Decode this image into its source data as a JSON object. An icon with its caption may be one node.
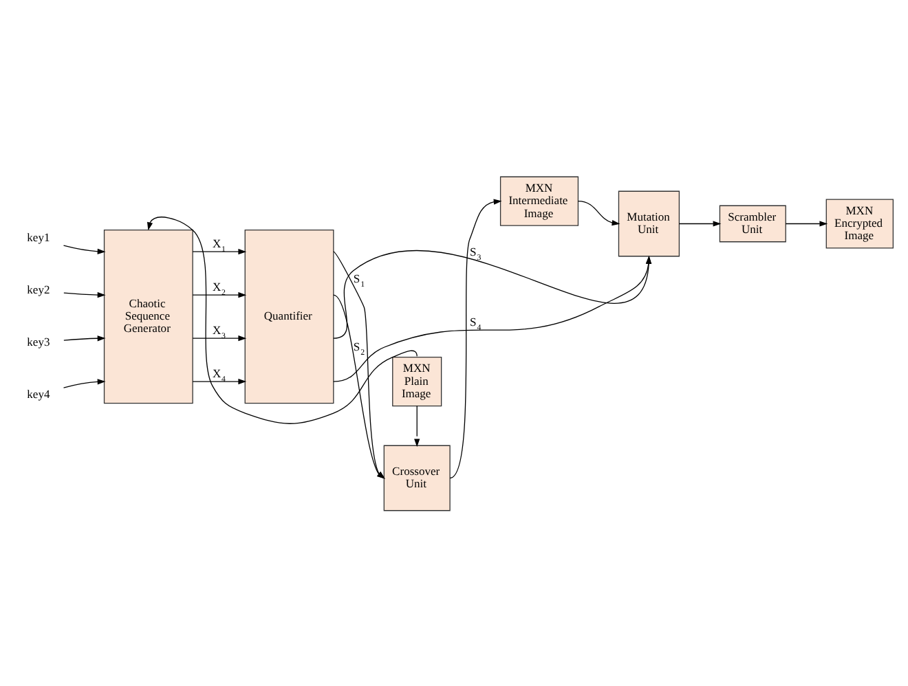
{
  "diagram": {
    "nodes": [
      {
        "text": [
          "key1"
        ]
      },
      {
        "text": [
          "key2"
        ]
      },
      {
        "text": [
          "key3"
        ]
      },
      {
        "text": [
          "key4"
        ]
      },
      {
        "text": [
          "Chaotic Sequence Generator"
        ]
      },
      {
        "text": [
          "Quantifier"
        ]
      },
      {
        "text": [
          "MXN Plain Image"
        ]
      },
      {
        "text": [
          "Crossover Unit"
        ]
      },
      {
        "text": [
          "MXN Intermediate Image"
        ]
      },
      {
        "text": [
          "Mutation Unit"
        ]
      },
      {
        "text": [
          "Scrambler Unit"
        ]
      },
      {
        "text": [
          "MXN Encrypted Image"
        ]
      }
    ],
    "edges": [
      {
        "from": 0,
        "to": 4,
        "arrow": "to"
      },
      {
        "from": 1,
        "to": 4,
        "arrow": "to"
      },
      {
        "from": 2,
        "to": 4,
        "arrow": "to"
      },
      {
        "from": 3,
        "to": 4,
        "arrow": "to"
      },
      {
        "from": 4,
        "to": 5,
        "arrow": "to",
        "label": "X$_{1}$"
      },
      {
        "from": 4,
        "to": 5,
        "arrow": "to",
        "label": "X$_{2}$"
      },
      {
        "from": 4,
        "to": 5,
        "arrow": "to",
        "label": "X$_{3}$"
      },
      {
        "from": 4,
        "to": 5,
        "arrow": "to",
        "label": "X$_{4}$"
      },
      {
        "from": 6,
        "to": 7,
        "arrow": "to"
      },
      {
        "from": 6,
        "to": 4,
        "arrow": "to"
      },
      {
        "from": 5,
        "to": 7,
        "arrow": "to",
        "label": "S$_{1}$"
      },
      {
        "from": 5,
        "to": 7,
        "arrow": "to",
        "label": "S$_{2}$"
      },
      {
        "from": 5,
        "to": 9,
        "arrow": "to",
        "label": "S$_{3}$"
      },
      {
        "from": 5,
        "to": 9,
        "arrow": "to",
        "label": "S$_{4}$"
      },
      {
        "from": 7,
        "to": 8,
        "arrow": "to"
      },
      {
        "from": 8,
        "to": 9,
        "arrow": "to"
      },
      {
        "from": 9,
        "to": 10,
        "arrow": "to"
      },
      {
        "from": 10,
        "to": 11,
        "arrow": "to"
      }
    ]
  }
}
